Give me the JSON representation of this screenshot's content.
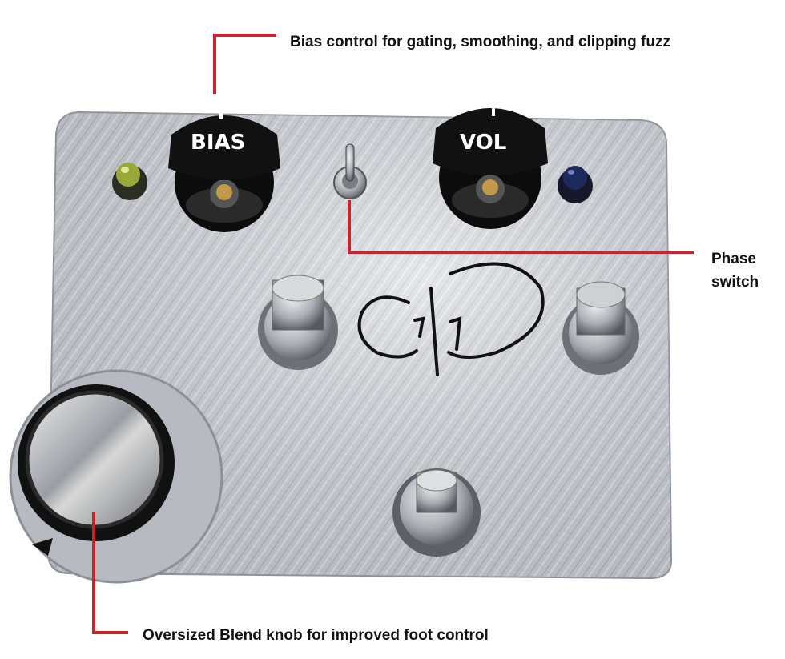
{
  "callouts": {
    "bias": "Bias control for gating, smoothing, and clipping fuzz",
    "phase_line1": "Phase",
    "phase_line2": "switch",
    "blend": "Oversized Blend knob for improved foot control"
  },
  "knobs": {
    "bias_label": "BIAS",
    "vol_label": "VOL"
  },
  "colors": {
    "callout_line": "#c4262e",
    "plate": "#c9ccd1",
    "knob": "#111111",
    "led_green": "#9aa83a",
    "led_blue": "#1d2a5c"
  }
}
